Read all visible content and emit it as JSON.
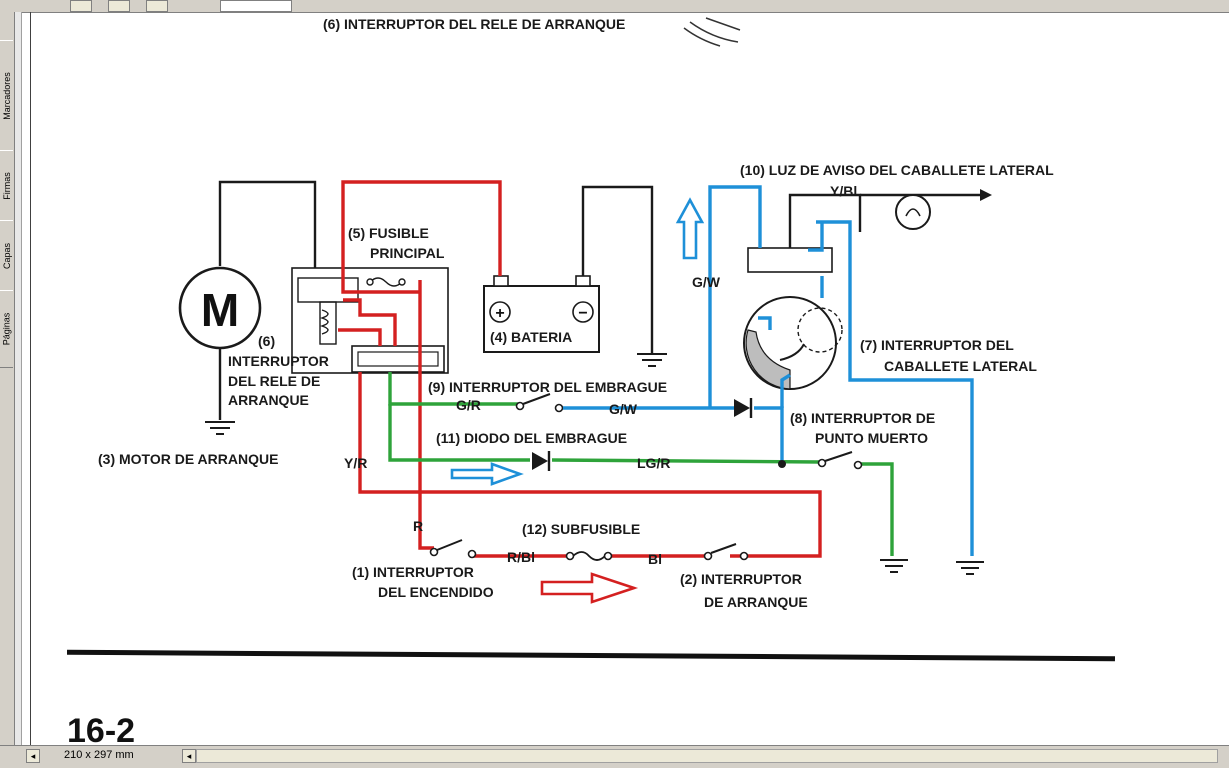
{
  "viewer": {
    "side_tabs": [
      "Marcadores",
      "Firmas",
      "Capas",
      "Páginas"
    ],
    "page_size": "210 x 297 mm"
  },
  "diagram": {
    "top_caption": "(6) INTERRUPTOR DEL RELE DE ARRANQUE",
    "motor_letter": "M",
    "fuse_label_1": "(5) FUSIBLE",
    "fuse_label_2": "PRINCIPAL",
    "relay_label_1": "(6)",
    "relay_label_2": "INTERRUPTOR",
    "relay_label_3": "DEL RELE DE",
    "relay_label_4": "ARRANQUE",
    "motor_label": "(3) MOTOR DE ARRANQUE",
    "battery_plus": "+",
    "battery_minus": "−",
    "battery_label": "(4) BATERIA",
    "clutch_switch_label": "(9) INTERRUPTOR DEL EMBRAGUE",
    "wire_gr": "G/R",
    "wire_gw": "G/W",
    "wire_gw_vertical": "G/W",
    "clutch_diode_label": "(11) DIODO DEL EMBRAGUE",
    "wire_lgr": "LG/R",
    "wire_yr": "Y/R",
    "wire_r": "R",
    "subfuse_label": "(12) SUBFUSIBLE",
    "wire_rbl": "R/Bl",
    "wire_bl": "Bl",
    "ignition_label_1": "(1) INTERRUPTOR",
    "ignition_label_2": "DEL ENCENDIDO",
    "starter_switch_label_1": "(2) INTERRUPTOR",
    "starter_switch_label_2": "DE ARRANQUE",
    "neutral_label_1": "(8) INTERRUPTOR DE",
    "neutral_label_2": "PUNTO MUERTO",
    "sidestand_label_1": "(7) INTERRUPTOR DEL",
    "sidestand_label_2": "CABALLETE LATERAL",
    "warning_light_label": "(10) LUZ DE AVISO DEL CABALLETE LATERAL",
    "wire_ybl": "Y/Bl",
    "page_number": "16-2"
  },
  "colors": {
    "wire_black": "#1a1a1a",
    "wire_red": "#d42020",
    "wire_blue": "#1e90d8",
    "wire_green": "#2ea33a",
    "arrow_blue": "#1e90d8",
    "arrow_red": "#d42020"
  }
}
